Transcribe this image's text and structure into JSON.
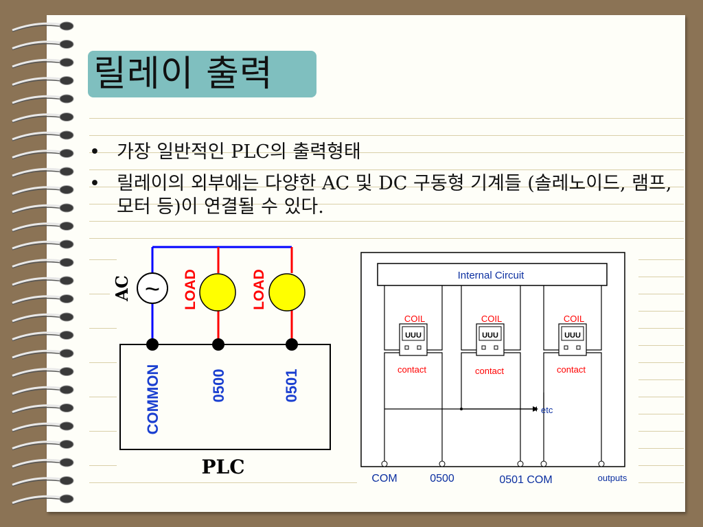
{
  "slide": {
    "title": "릴레이 출력",
    "bullets": [
      {
        "text": "가장 일반적인 PLC의 출력형태"
      },
      {
        "text": "릴레이의 외부에는 다양한 AC 및 DC 구동형 기계들 (솔레노이드, 램프, 모터 등)이 연결될 수 있다."
      }
    ],
    "bullet_marker": "•"
  },
  "left_diagram": {
    "source_label": "AC",
    "source_symbol": "~",
    "loads": [
      "LOAD",
      "LOAD"
    ],
    "terminals": [
      "COMMON",
      "0500",
      "0501"
    ],
    "device_label": "PLC"
  },
  "right_diagram": {
    "internal_label": "Internal Circuit",
    "coil_label": "COIL",
    "contact_label": "contact",
    "coil_glyph": "UUU",
    "etc_label": "etc",
    "bottom_labels": [
      "COM",
      "0500",
      "0501 COM",
      "outputs"
    ]
  },
  "colors": {
    "background": "#8b7355",
    "paper": "#fefef8",
    "title_box": "#7fbfbf",
    "wire_blue": "#0000ff",
    "wire_red": "#ff0000",
    "load_fill": "#ffff00",
    "coil_red": "#ff0000",
    "diagram_text_blue": "#0b2fa0"
  }
}
